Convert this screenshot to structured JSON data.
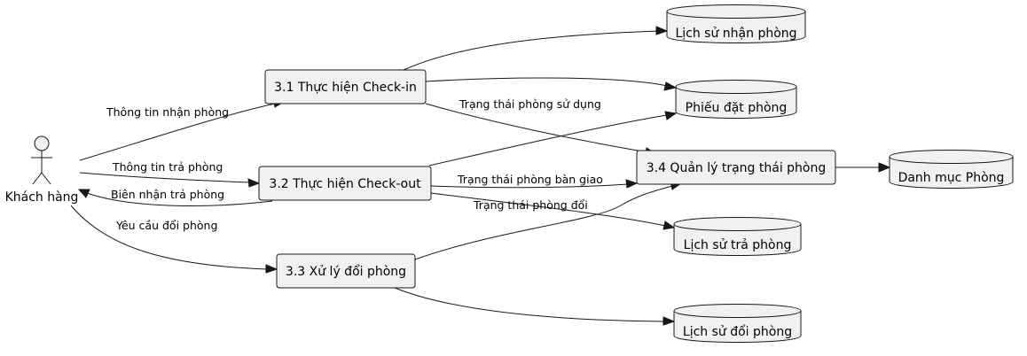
{
  "actor": {
    "label": "Khách hàng"
  },
  "processes": {
    "p31": "3.1 Thực hiện Check-in",
    "p32": "3.2 Thực hiện Check-out",
    "p33": "3.3 Xử lý đổi phòng",
    "p34": "3.4 Quản lý trạng thái phòng"
  },
  "stores": {
    "ls_nhan": "Lịch sử nhận phòng",
    "phieu": "Phiếu đặt phòng",
    "danhmuc": "Danh mục Phòng",
    "ls_tra": "Lịch sử trả phòng",
    "ls_doi": "Lịch sử đổi phòng"
  },
  "flows": {
    "thong_tin_nhan": "Thông tin nhận phòng",
    "thong_tin_tra": "Thông tin trả phòng",
    "bien_nhan": "Biên nhận trả phòng",
    "yeu_cau_doi": "Yêu cầu đổi phòng",
    "tt_su_dung": "Trạng thái phòng sử dụng",
    "tt_ban_giao": "Trạng thái phòng bàn giao",
    "tt_doi": "Trạng thái phòng đổi"
  }
}
